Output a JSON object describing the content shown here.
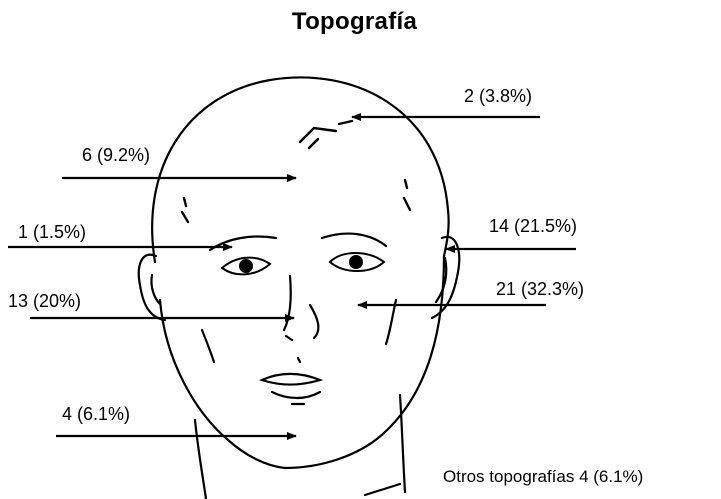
{
  "title": "Topografía",
  "labels": [
    {
      "id": "scalp",
      "text": "2 (3.8%)"
    },
    {
      "id": "forehead",
      "text": "6 (9.2%)"
    },
    {
      "id": "temple-left",
      "text": "1 (1.5%)"
    },
    {
      "id": "ear-right",
      "text": "14 (21.5%)"
    },
    {
      "id": "cheek-left",
      "text": "13 (20%)"
    },
    {
      "id": "cheek-right",
      "text": "21 (32.3%)"
    },
    {
      "id": "chin",
      "text": "4 (6.1%)"
    }
  ],
  "others_note": "Otros topografías 4 (6.1%)"
}
